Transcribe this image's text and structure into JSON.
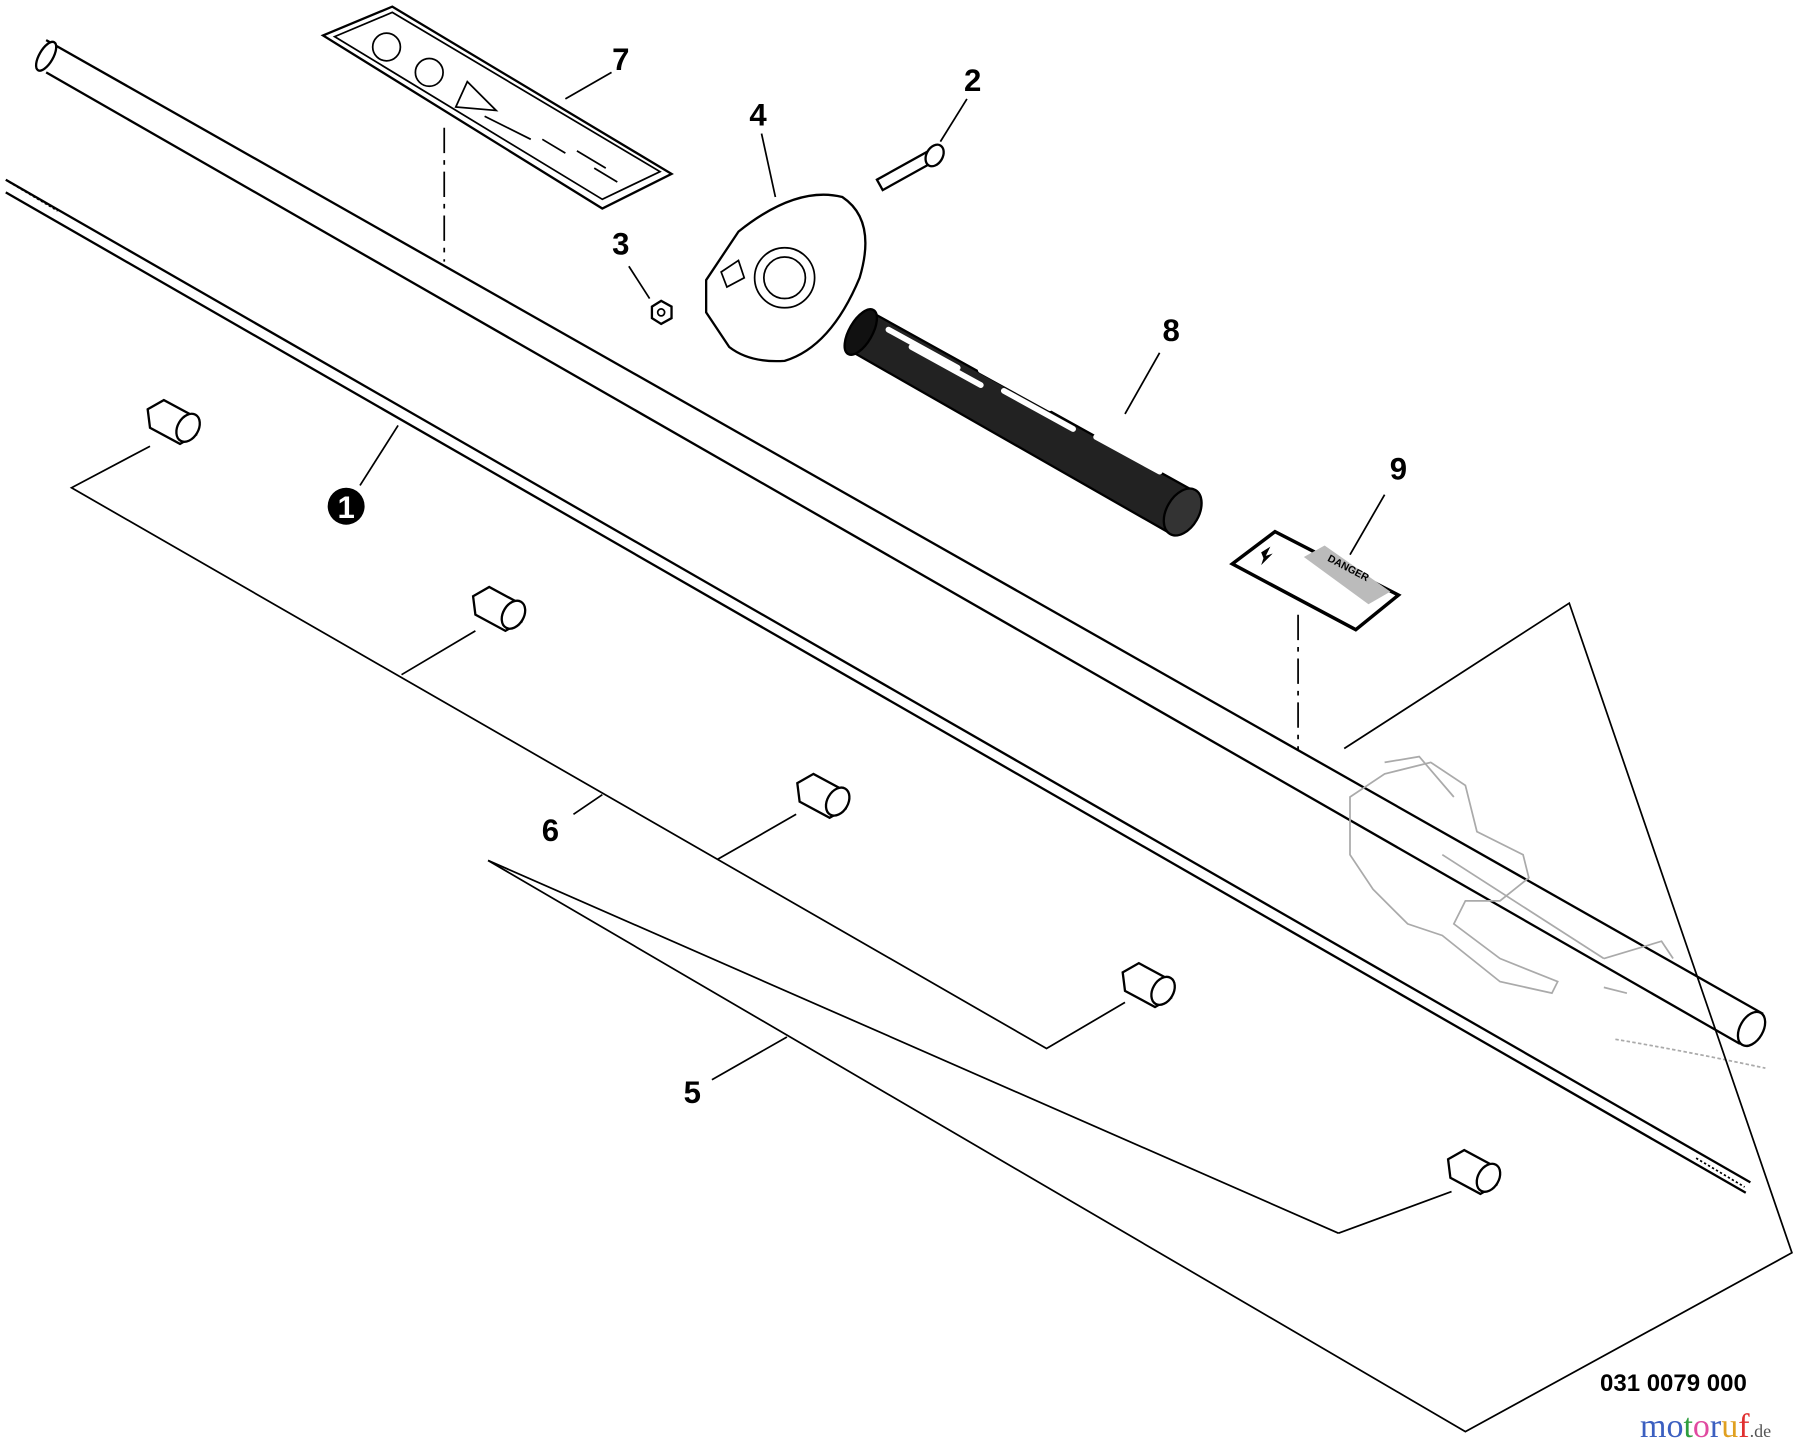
{
  "diagram": {
    "callouts": [
      {
        "id": "1",
        "filled": true
      },
      {
        "id": "2"
      },
      {
        "id": "3"
      },
      {
        "id": "4"
      },
      {
        "id": "5"
      },
      {
        "id": "6"
      },
      {
        "id": "7"
      },
      {
        "id": "8"
      },
      {
        "id": "9"
      }
    ],
    "drawing_number": "031 0079 000",
    "decal_9_text": "DANGER",
    "watermark": {
      "name": "motoruf",
      "suffix": ".de",
      "colors": [
        "#3b5fc0",
        "#3b5fc0",
        "#2e9e3e",
        "#e04aa0",
        "#3b5fc0",
        "#e0a020",
        "#e03030"
      ]
    }
  }
}
